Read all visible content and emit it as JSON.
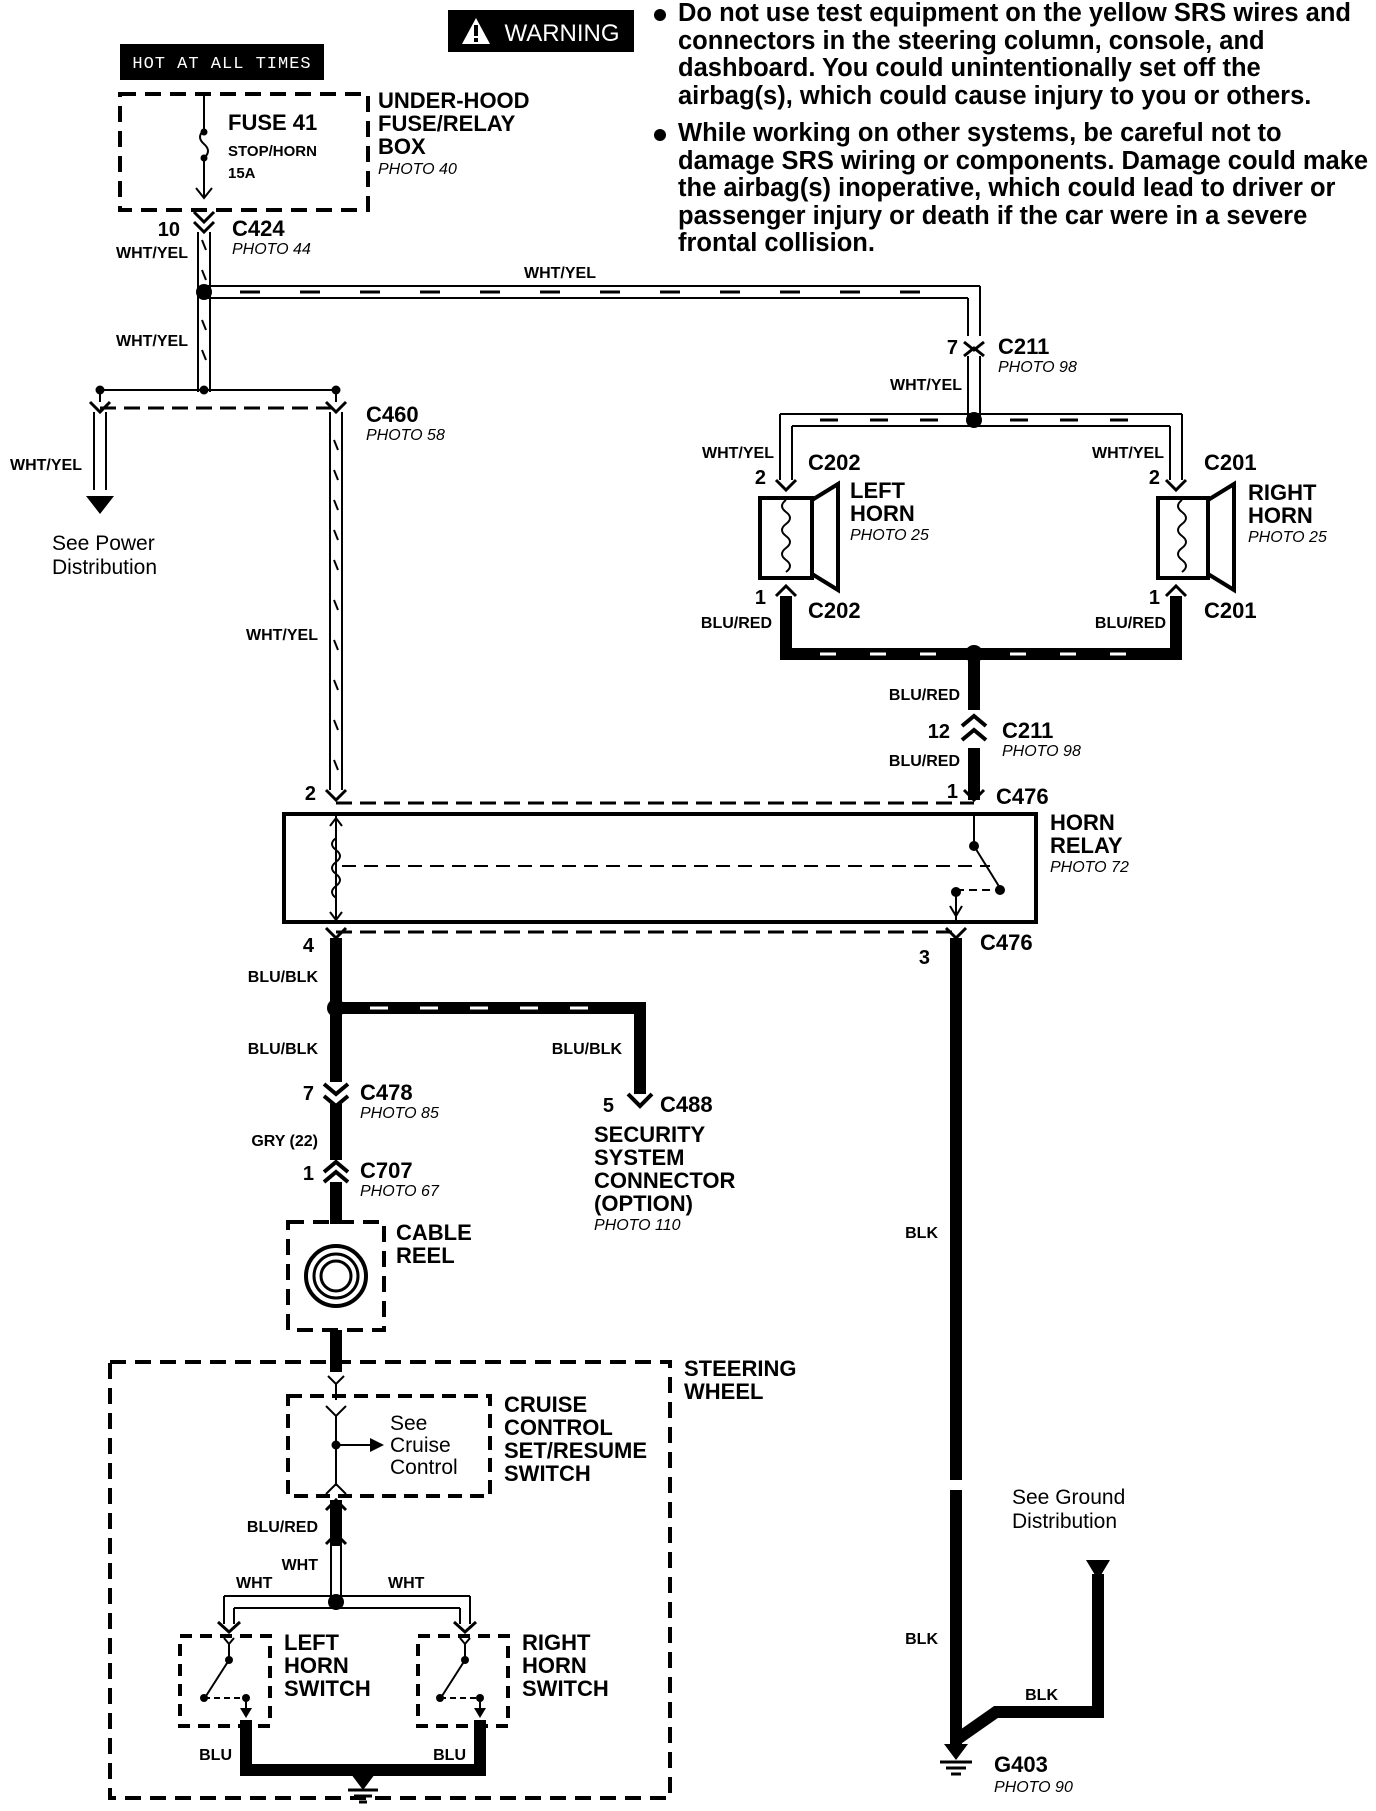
{
  "hot_label": "HOT AT ALL TIMES",
  "warning": {
    "badge": "WARNING",
    "items": [
      "Do not use test equipment on the yellow SRS wires and connectors in the steering column, console, and dashboard. You could unintentionally set off the airbag(s), which could cause injury to you or others.",
      "While working on other systems, be careful not to damage SRS wiring or components. Damage could make the airbag(s) inoperative, which could lead to driver or passenger injury or death if the car were in a severe frontal collision."
    ]
  },
  "fuse": {
    "name": "FUSE 41",
    "function": "STOP/HORN",
    "rating": "15A"
  },
  "underhood_box": {
    "l1": "UNDER-HOOD",
    "l2": "FUSE/RELAY",
    "l3": "BOX",
    "photo": "PHOTO 40"
  },
  "connectors": {
    "c424": {
      "name": "C424",
      "photo": "PHOTO 44",
      "pin": "10"
    },
    "c211_top": {
      "name": "C211",
      "photo": "PHOTO 98",
      "pin": "7"
    },
    "c211_bot": {
      "name": "C211",
      "photo": "PHOTO 98",
      "pin": "12"
    },
    "c460": {
      "name": "C460",
      "photo": "PHOTO 58"
    },
    "c202_top": {
      "name": "C202",
      "pin": "2"
    },
    "c202_bot": {
      "name": "C202",
      "pin": "1"
    },
    "c201_top": {
      "name": "C201",
      "pin": "2"
    },
    "c201_bot": {
      "name": "C201",
      "pin": "1"
    },
    "c476_top": {
      "name": "C476",
      "pin_left": "2",
      "pin_right": "1"
    },
    "c476_bot": {
      "name": "C476",
      "pin_left": "4",
      "pin_right": "3"
    },
    "c478": {
      "name": "C478",
      "photo": "PHOTO 85",
      "pin": "7"
    },
    "c707": {
      "name": "C707",
      "photo": "PHOTO 67",
      "pin": "1"
    },
    "c488": {
      "name": "C488",
      "pin": "5"
    }
  },
  "components": {
    "left_horn": {
      "l1": "LEFT",
      "l2": "HORN",
      "photo": "PHOTO 25"
    },
    "right_horn": {
      "l1": "RIGHT",
      "l2": "HORN",
      "photo": "PHOTO 25"
    },
    "horn_relay": {
      "l1": "HORN",
      "l2": "RELAY",
      "photo": "PHOTO 72"
    },
    "security": {
      "l1": "SECURITY",
      "l2": "SYSTEM",
      "l3": "CONNECTOR",
      "l4": "(OPTION)",
      "photo": "PHOTO 110"
    },
    "cable_reel": {
      "l1": "CABLE",
      "l2": "REEL"
    },
    "steering_wheel": {
      "l1": "STEERING",
      "l2": "WHEEL"
    },
    "cruise_switch": {
      "l1": "CRUISE",
      "l2": "CONTROL",
      "l3": "SET/RESUME",
      "l4": "SWITCH"
    },
    "cruise_ref": {
      "l1": "See",
      "l2": "Cruise",
      "l3": "Control"
    },
    "left_horn_switch": {
      "l1": "LEFT",
      "l2": "HORN",
      "l3": "SWITCH"
    },
    "right_horn_switch": {
      "l1": "RIGHT",
      "l2": "HORN",
      "l3": "SWITCH"
    },
    "g403": {
      "name": "G403",
      "photo": "PHOTO 90"
    }
  },
  "refs": {
    "power_l1": "See Power",
    "power_l2": "Distribution",
    "ground_l1": "See Ground",
    "ground_l2": "Distribution"
  },
  "wires": {
    "wht_yel": "WHT/YEL",
    "blu_red": "BLU/RED",
    "blu_blk": "BLU/BLK",
    "gry22": "GRY (22)",
    "blk": "BLK",
    "wht": "WHT",
    "blu": "BLU"
  }
}
